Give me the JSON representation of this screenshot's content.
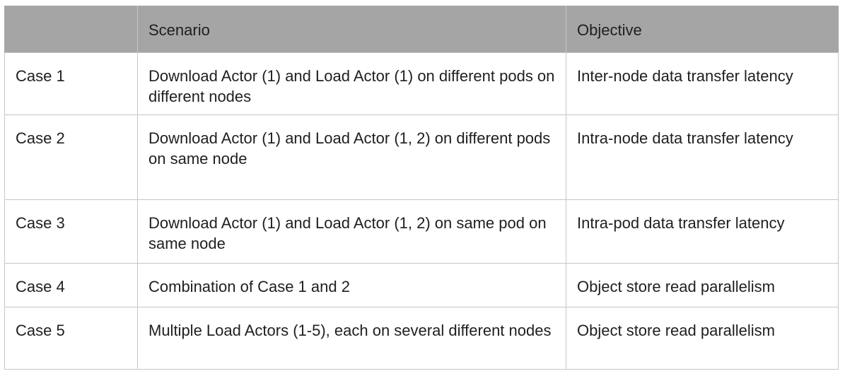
{
  "table": {
    "headers": [
      "",
      "Scenario",
      "Objective"
    ],
    "rows": [
      {
        "case": "Case 1",
        "scenario": "Download Actor (1) and Load Actor (1) on different pods on different nodes",
        "objective": "Inter-node data transfer latency"
      },
      {
        "case": "Case 2",
        "scenario": "Download Actor (1) and Load Actor (1, 2) on different pods on same node",
        "objective": "Intra-node data transfer latency"
      },
      {
        "case": "Case 3",
        "scenario": "Download Actor (1) and Load Actor (1, 2) on same pod on same node",
        "objective": "Intra-pod data transfer latency"
      },
      {
        "case": "Case 4",
        "scenario": "Combination of Case 1 and 2",
        "objective": "Object store read parallelism"
      },
      {
        "case": "Case 5",
        "scenario": "Multiple Load Actors (1-5), each on several different nodes",
        "objective": "Object store read parallelism"
      }
    ]
  }
}
